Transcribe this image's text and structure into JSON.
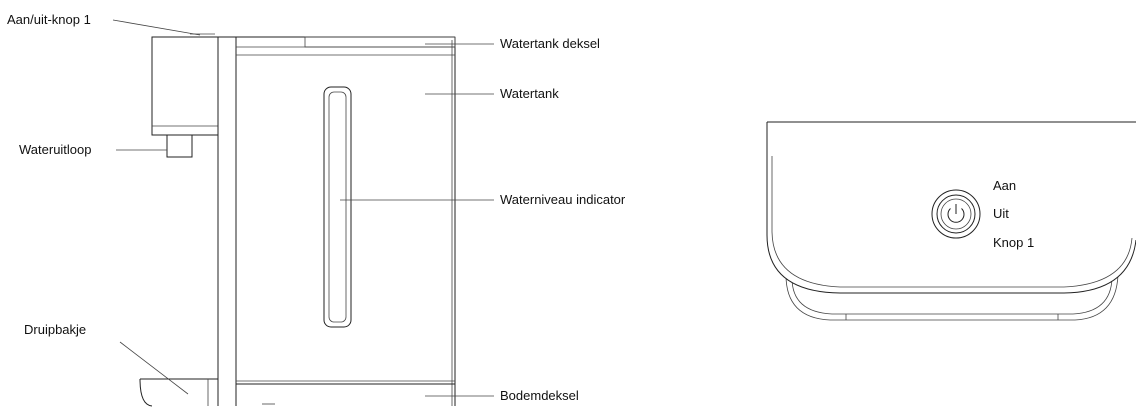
{
  "labels": {
    "power_button": "Aan/uit-knop 1",
    "tank_lid": "Watertank deksel",
    "water_tank": "Watertank",
    "water_outlet": "Wateruitloop",
    "level_indicator": "Waterniveau indicator",
    "drip_tray": "Druipbakje",
    "bottom_cover": "Bodemdeksel"
  },
  "button_labels": [
    "Aan",
    "Uit",
    "Knop 1"
  ],
  "colors": {
    "line": "#222222",
    "background": "#ffffff"
  }
}
